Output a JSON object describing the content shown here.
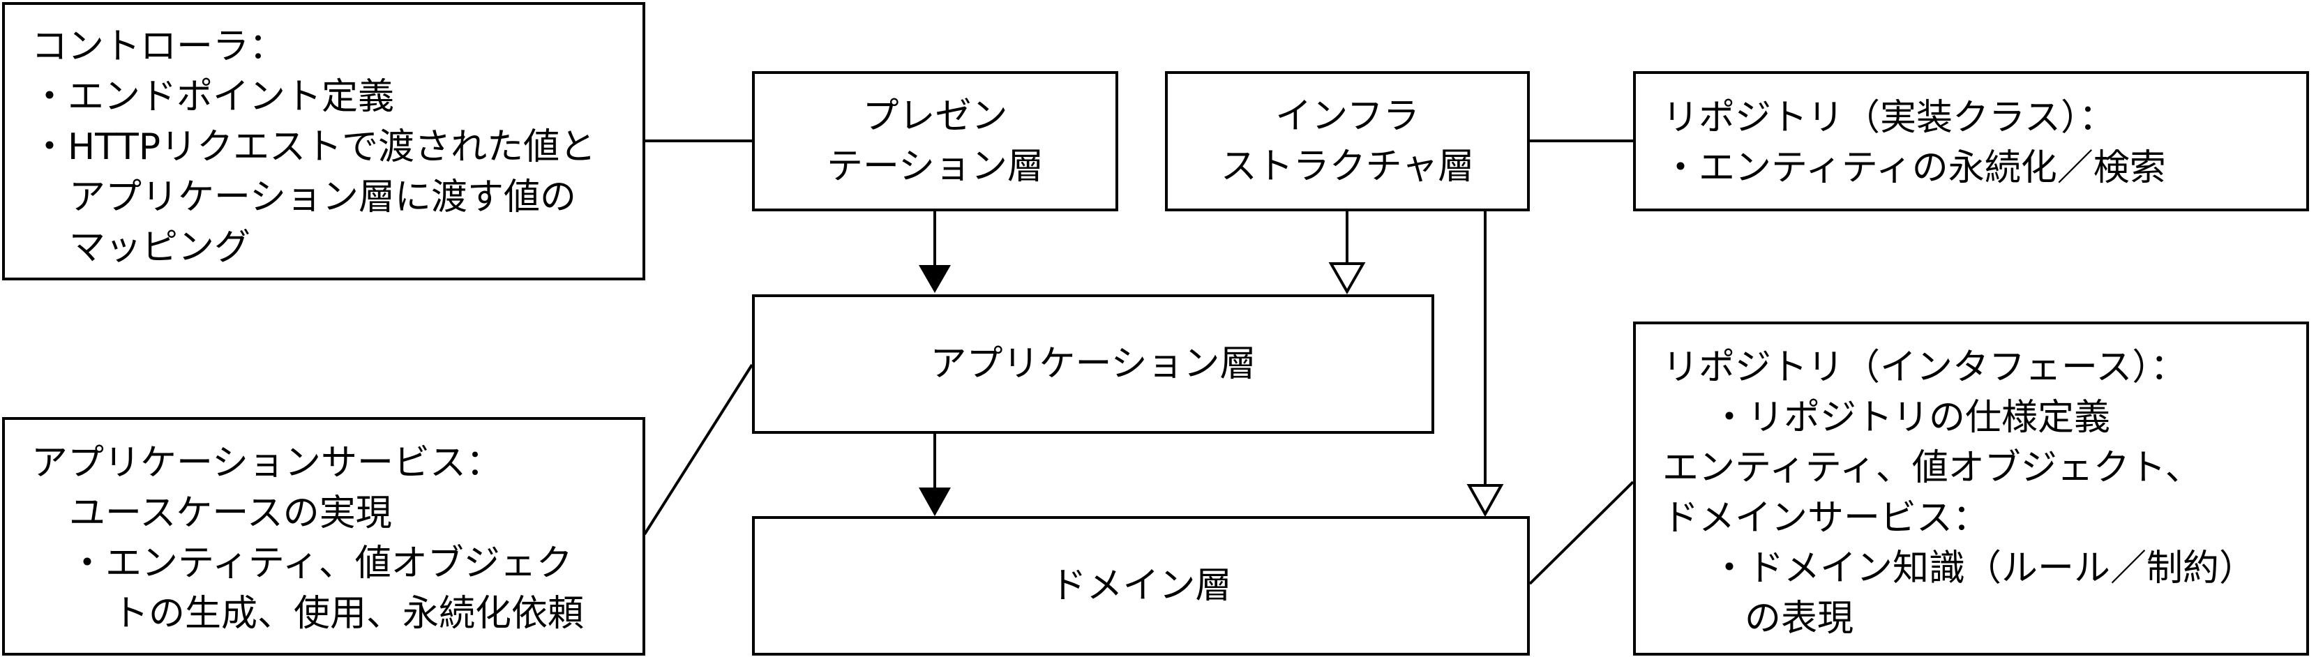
{
  "layers": {
    "presentation": [
      "プレゼン",
      "テーション層"
    ],
    "infrastructure": [
      "インフラ",
      "ストラクチャ層"
    ],
    "application": "アプリケーション層",
    "domain": "ドメイン層"
  },
  "notes": {
    "controller": [
      "コントローラ：",
      "・エンドポイント定義",
      "・HTTPリクエストで渡された値と",
      "アプリケーション層に渡す値の",
      "マッピング"
    ],
    "application_service": [
      "アプリケーションサービス：",
      "ユースケースの実現",
      "・エンティティ、値オブジェク",
      "トの生成、使用、永続化依頼"
    ],
    "repository_impl": [
      "リポジトリ（実装クラス）：",
      "・エンティティの永続化／検索"
    ],
    "repository_interface": [
      "リポジトリ（インタフェース）：",
      "・リポジトリの仕様定義",
      "エンティティ、値オブジェクト、",
      "ドメインサービス：",
      "・ドメイン知識（ルール／制約）",
      "の表現"
    ]
  },
  "arrows": [
    {
      "from": "presentation",
      "to": "application",
      "head": "filled"
    },
    {
      "from": "application",
      "to": "domain",
      "head": "filled"
    },
    {
      "from": "infrastructure",
      "to": "application",
      "head": "hollow"
    },
    {
      "from": "infrastructure",
      "to": "domain",
      "head": "hollow"
    }
  ]
}
